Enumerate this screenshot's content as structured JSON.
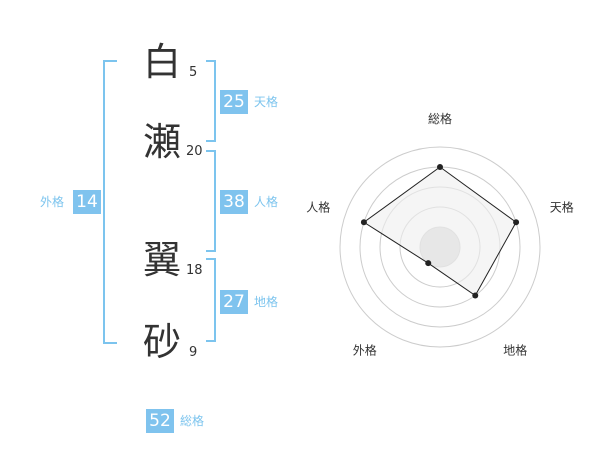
{
  "name": {
    "chars": [
      {
        "char": "白",
        "strokes": "5"
      },
      {
        "char": "瀬",
        "strokes": "20"
      },
      {
        "char": "翼",
        "strokes": "18"
      },
      {
        "char": "砂",
        "strokes": "9"
      }
    ]
  },
  "fortune": {
    "tenkaku": {
      "value": "25",
      "label": "天格"
    },
    "jinkaku": {
      "value": "38",
      "label": "人格"
    },
    "chikaku": {
      "value": "27",
      "label": "地格"
    },
    "gaikaku": {
      "value": "14",
      "label": "外格"
    },
    "soukaku": {
      "value": "52",
      "label": "総格"
    }
  },
  "chart_data": {
    "type": "radar",
    "axes": [
      "総格",
      "天格",
      "地格",
      "外格",
      "人格"
    ],
    "values": [
      4,
      4,
      3,
      1,
      4
    ],
    "max": 5,
    "rings": 5,
    "colors": {
      "fill": "#eeeeee",
      "line": "#222222",
      "ring": "#cccccc",
      "accent": "#7fc3ee"
    }
  }
}
